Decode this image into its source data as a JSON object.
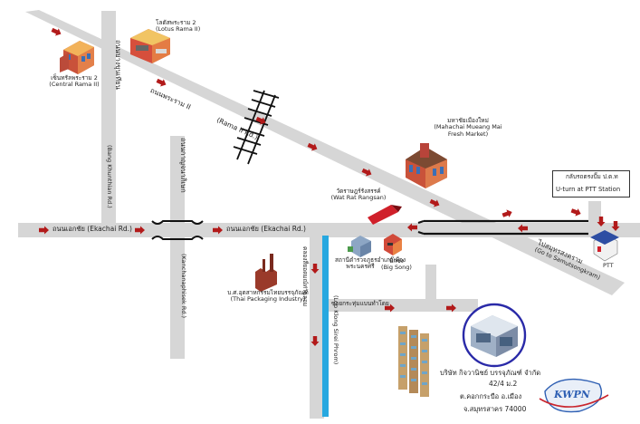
{
  "roads": {
    "rama2_th": "ถนนพระราม II",
    "rama2_en": "(Rama II Rd.)",
    "ekachai_left_th": "ถนนเอกชัย",
    "ekachai_left_en": "(Ekachai Rd.)",
    "ekachai_mid_th": "ถนนเอกชัย",
    "ekachai_mid_en": "(Ekachai Rd.)",
    "bangkhunthian_th": "ถนนบางขุนเทียน",
    "bangkhunthian_en": "(Bang Khunthian Rd.)",
    "kanchanaphisek_th": "ถนนกาญจนาภิเษก",
    "kanchanaphisek_en": "(Kanchanaphisek Rd.)",
    "canal_th": "คลองสี่ยอดมณ์ท่าฉลอม",
    "canal_en": "(Lop Klong Sirei Phrom)",
    "side_road_th": "ซอยกระทุ่มแบนทำโดย"
  },
  "landmarks": {
    "central_th": "เซ็นทรัลพระราม 2",
    "central_en": "(Central Rama II)",
    "lotus_th": "โลตัสพระราม 2",
    "lotus_en": "(Lotus Rama II)",
    "market_th": "มหาชัยเมืองใหม่",
    "market_en1": "(Mahachai Mueang Mai",
    "market_en2": "Fresh Market)",
    "wat_th": "วัดราษฎร์รังสรรค์",
    "wat_en": "(Wat Rat Rangsan)",
    "police_th1": "สถานีตำรวจภูธรอำเภอเมือง",
    "police_th2": "พระนครศรี",
    "bigsong_th": "บิ๊กซ่ง",
    "bigsong_en": "(Big Song)",
    "factory_th": "บ.ศ.อุตสาหกรรมไทยบรรจุภัณฑ์",
    "factory_en": "(Thai Packaging Industry)",
    "ptt": "PTT",
    "uturn_th": "กลับรถตรงปั๊ม ป.ต.ท",
    "uturn_en": "U-turn at PTT Station",
    "samut_th": "ไปสมุทรสงคราม",
    "samut_en": "(Go to Samutsongkram)"
  },
  "company": {
    "name_th": "บริษัท กิจวานิชย์ บรรจุภัณฑ์ จำกัด",
    "addr1": "42/4 ม.2",
    "addr2": "ต.คอกกระบือ อ.เมือง",
    "addr3": "จ.สมุทรสาคร 74000",
    "logo": "KWPN"
  },
  "colors": {
    "road": "#d6d6d6",
    "arrow": "#b21a1a",
    "canal": "#27a8e0",
    "company_circle": "#2a2aa8",
    "logo": "#2e5fb3"
  },
  "icons": [
    "red-direction-arrow",
    "railway-crossing",
    "building-icon",
    "factory-icon",
    "gas-station-icon"
  ]
}
